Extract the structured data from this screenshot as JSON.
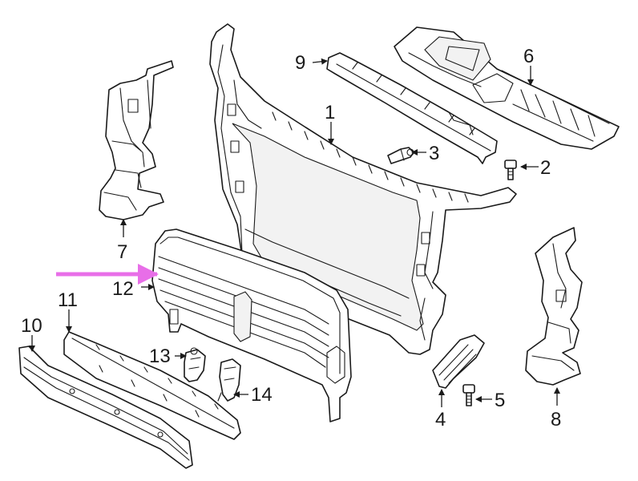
{
  "callouts": [
    {
      "id": "1",
      "label": "1"
    },
    {
      "id": "2",
      "label": "2"
    },
    {
      "id": "3",
      "label": "3"
    },
    {
      "id": "4",
      "label": "4"
    },
    {
      "id": "5",
      "label": "5"
    },
    {
      "id": "6",
      "label": "6"
    },
    {
      "id": "7",
      "label": "7"
    },
    {
      "id": "8",
      "label": "8"
    },
    {
      "id": "9",
      "label": "9"
    },
    {
      "id": "10",
      "label": "10"
    },
    {
      "id": "11",
      "label": "11"
    },
    {
      "id": "12",
      "label": "12"
    },
    {
      "id": "13",
      "label": "13"
    },
    {
      "id": "14",
      "label": "14"
    }
  ],
  "highlight": {
    "target": "12",
    "color": "#e86ee8"
  },
  "colors": {
    "line": "#1a1a1a",
    "background": "#ffffff"
  }
}
